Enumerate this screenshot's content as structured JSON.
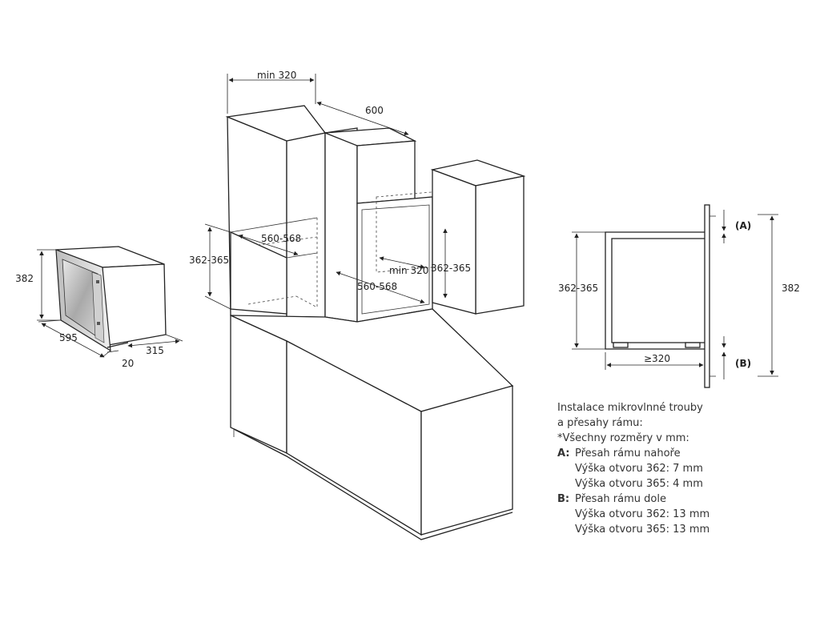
{
  "left_view": {
    "height": "382",
    "width": "595",
    "depth": "315",
    "frame_depth": "20"
  },
  "cabinet_view": {
    "width_min": "min 320",
    "depth": "600",
    "niche_height": "362-365",
    "niche_width": "560-568",
    "niche_depth_min": "min 320",
    "niche_height_2": "362-365",
    "niche_width_2": "560-568"
  },
  "side_view": {
    "label_a": "(A)",
    "label_b": "(B)",
    "niche_height": "362-365",
    "total_height": "382",
    "depth": "≥320"
  },
  "notes": {
    "title_line1": "Instalace mikrovlnné trouby",
    "title_line2": "a přesahy rámu:",
    "units": "*Všechny rozměry v mm:",
    "a_key": "A:",
    "a_label": "Přesah rámu nahoře",
    "a_item1": "Výška otvoru 362:  7 mm",
    "a_item2": "Výška otvoru 365:  4 mm",
    "b_key": "B:",
    "b_label": "Přesah rámu dole",
    "b_item1": "Výška otvoru 362:  13 mm",
    "b_item2": "Výška otvoru 365:  13 mm"
  }
}
